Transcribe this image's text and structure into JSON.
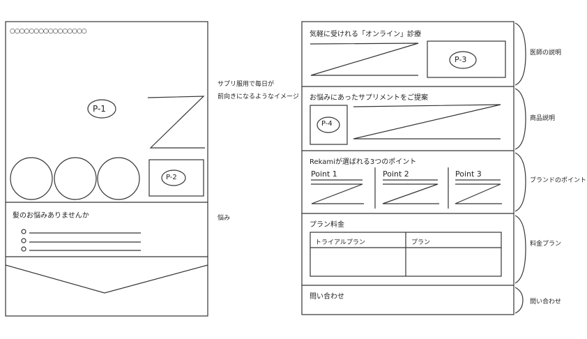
{
  "left": {
    "hero_dots": "○○○○○○○○○○○○○○○○",
    "hero_label": "P-1",
    "hero_sub_label": "P-2",
    "worry_title": "髪のお悩みありませんか"
  },
  "right": {
    "s1_title": "気軽に受けれる「オンライン」診療",
    "s1_label": "P-3",
    "s2_title": "お悩みにあったサプリメントをご提案",
    "s2_label": "P-4",
    "s3_title": "Rekamiが選ばれる3つのポイント",
    "points": [
      "Point 1",
      "Point 2",
      "Point 3"
    ],
    "s4_title": "プラン料金",
    "plan_headers": [
      "トライアルプラン",
      "プラン"
    ],
    "s5_title": "問い合わせ"
  },
  "annotations": {
    "hero_note_1": "サプリ服用で毎日が",
    "hero_note_2": "前向きになるようなイメージ",
    "worry_note": "悩み",
    "s1_note": "医師の説明",
    "s2_note": "商品説明",
    "s3_note": "ブランドのポイント",
    "s4_note": "料金プラン",
    "s5_note": "問い合わせ"
  }
}
